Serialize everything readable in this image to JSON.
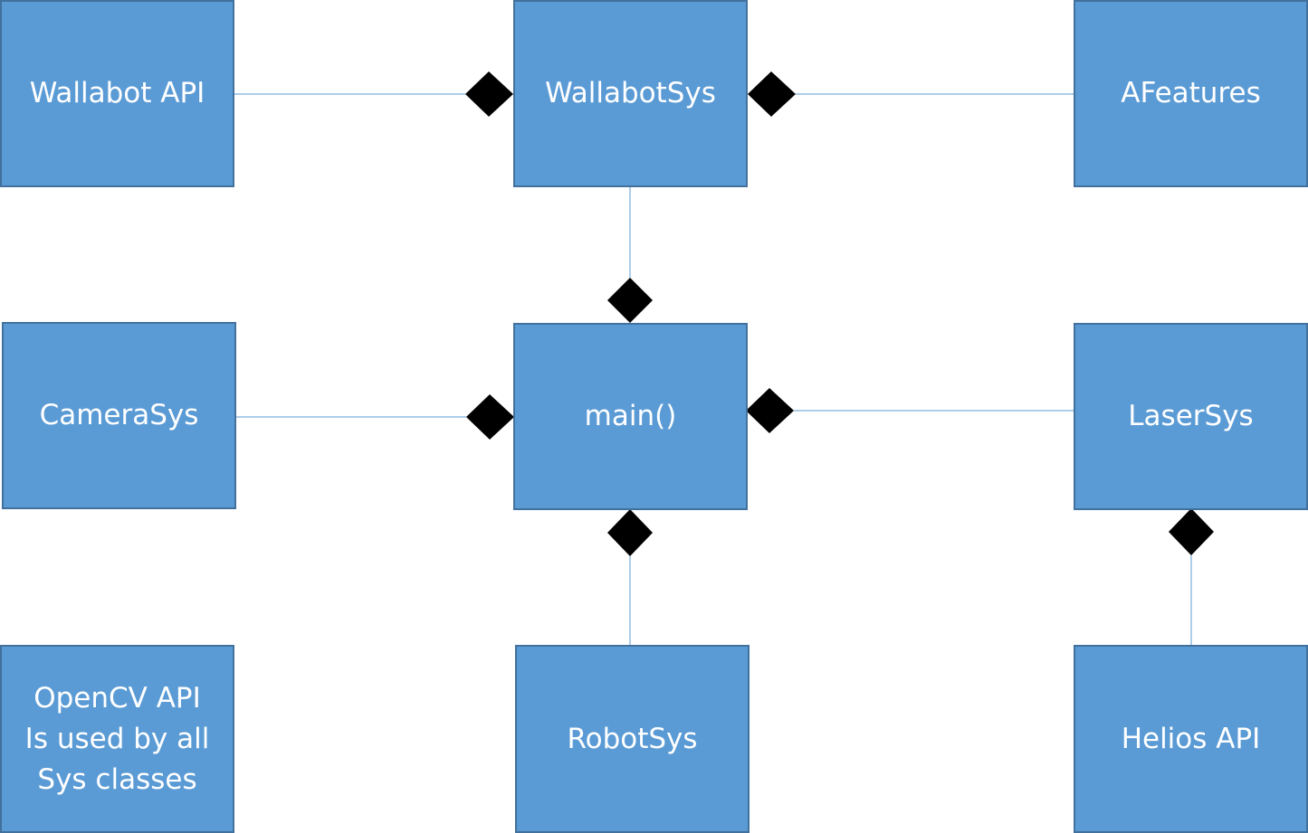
{
  "colors": {
    "box_fill": "#5b9bd5",
    "box_border": "#41719c",
    "box_text": "#ffffff",
    "connector_line": "#5b9bd5",
    "diamond": "#000000"
  },
  "nodes": {
    "wallabot_api": "Wallabot API",
    "wallabotsys": "WallabotSys",
    "afeatures": "AFeatures",
    "camerasys": "CameraSys",
    "main": "main()",
    "lasersys": "LaserSys",
    "opencv_note": "OpenCV API\nIs used by all\nSys classes",
    "robotsys": "RobotSys",
    "helios_api": "Helios API"
  },
  "relations": [
    {
      "from": "wallabot_api",
      "to": "wallabotsys",
      "type": "composition"
    },
    {
      "from": "afeatures",
      "to": "wallabotsys",
      "type": "composition"
    },
    {
      "from": "wallabotsys",
      "to": "main",
      "type": "composition"
    },
    {
      "from": "camerasys",
      "to": "main",
      "type": "composition"
    },
    {
      "from": "lasersys",
      "to": "main",
      "type": "composition"
    },
    {
      "from": "robotsys",
      "to": "main",
      "type": "composition"
    },
    {
      "from": "helios_api",
      "to": "lasersys",
      "type": "composition"
    }
  ]
}
